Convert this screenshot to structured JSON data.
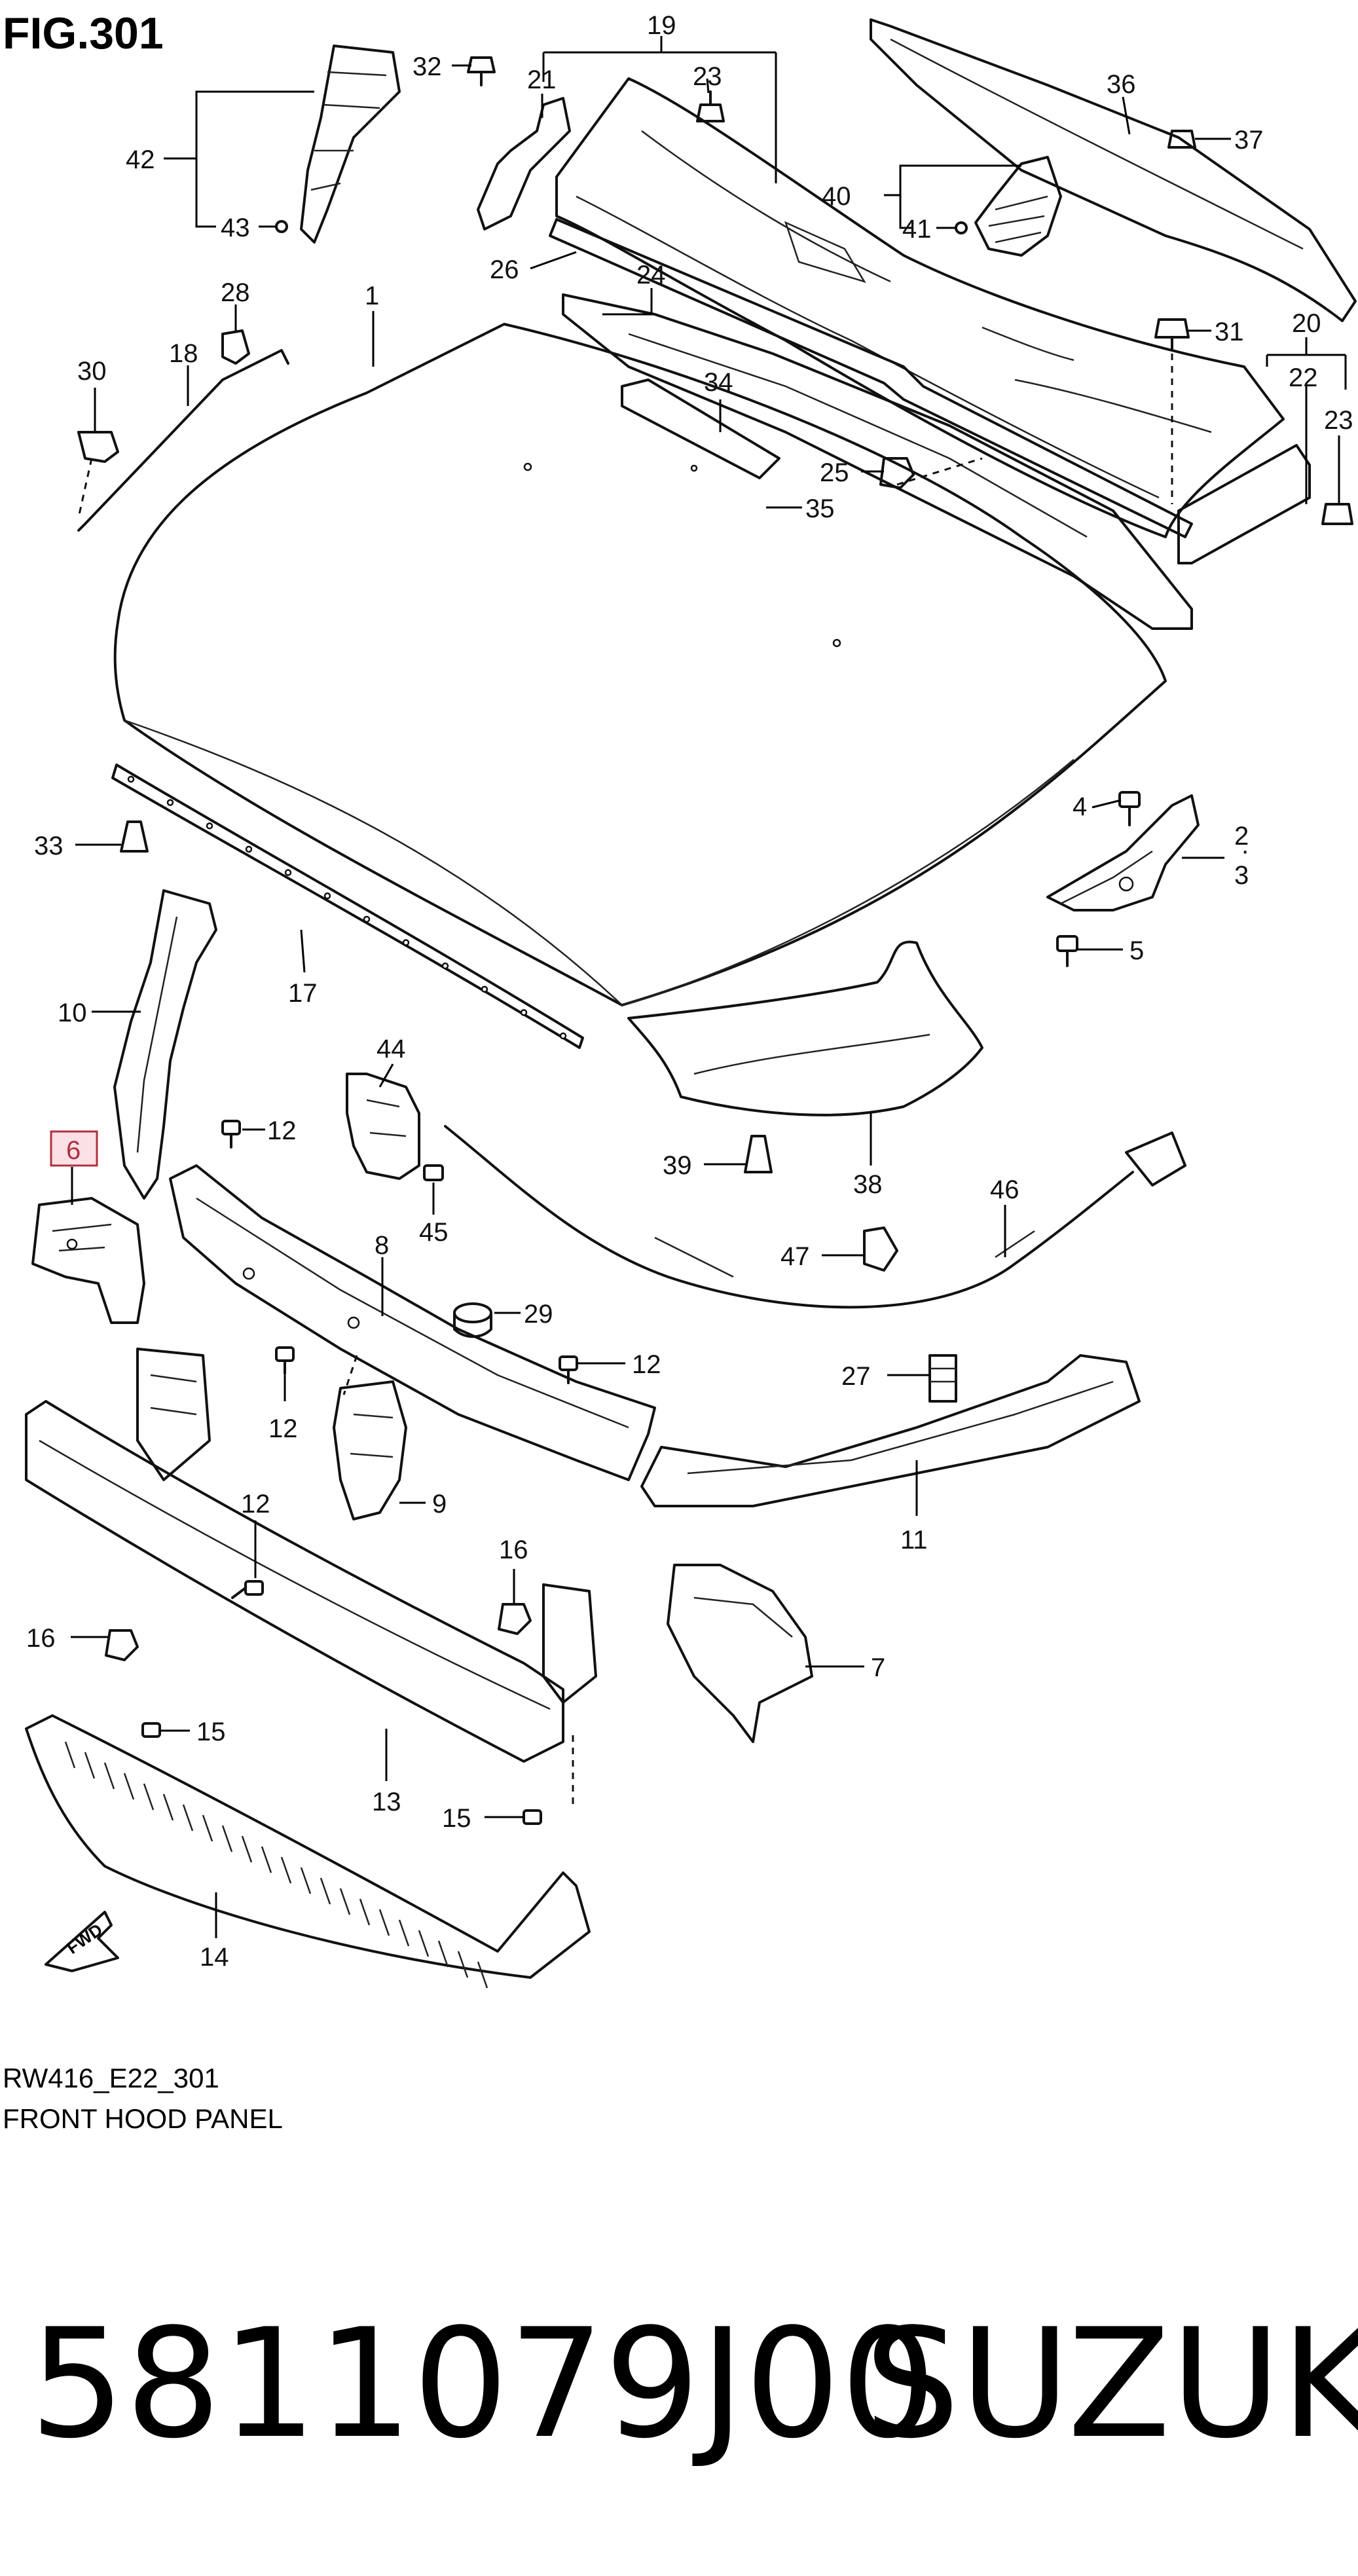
{
  "figure": {
    "title": "FIG.301",
    "code": "RW416_E22_301",
    "name": "FRONT HOOD PANEL",
    "fwd_label": "FWD"
  },
  "product": {
    "part_number": "5811079J00",
    "brand": "SUZUKI"
  },
  "highlighted_callout": "6",
  "highlight_color": "#b03040",
  "callouts": {
    "c1": "1",
    "c2": "2",
    "c3": "3",
    "c4": "4",
    "c5": "5",
    "c6": "6",
    "c7": "7",
    "c8": "8",
    "c9": "9",
    "c10": "10",
    "c11": "11",
    "c12a": "12",
    "c12b": "12",
    "c12c": "12",
    "c12d": "12",
    "c13": "13",
    "c14": "14",
    "c15a": "15",
    "c15b": "15",
    "c16a": "16",
    "c16b": "16",
    "c17": "17",
    "c18": "18",
    "c19": "19",
    "c20": "20",
    "c21": "21",
    "c22": "22",
    "c23a": "23",
    "c23b": "23",
    "c24": "24",
    "c25": "25",
    "c26": "26",
    "c27": "27",
    "c28": "28",
    "c29": "29",
    "c30": "30",
    "c31": "31",
    "c32": "32",
    "c33": "33",
    "c34": "34",
    "c35": "35",
    "c36": "36",
    "c37": "37",
    "c38": "38",
    "c39": "39",
    "c40": "40",
    "c41": "41",
    "c42": "42",
    "c43": "43",
    "c44": "44",
    "c45": "45",
    "c46": "46",
    "c47": "47"
  }
}
